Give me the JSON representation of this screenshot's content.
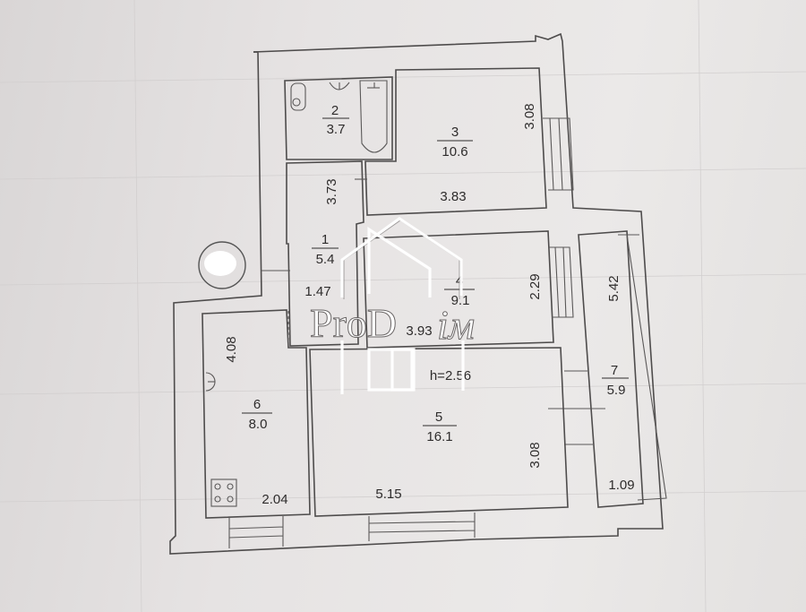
{
  "plan": {
    "ceiling_height_label": "h=2.56",
    "rooms": [
      {
        "id": "1",
        "number": "1",
        "area": "5.4",
        "dims": [
          "3.73",
          "1.47"
        ]
      },
      {
        "id": "2",
        "number": "2",
        "area": "3.7",
        "dims": []
      },
      {
        "id": "3",
        "number": "3",
        "area": "10.6",
        "dims": [
          "3.08",
          "3.83"
        ]
      },
      {
        "id": "4",
        "number": "4",
        "area": "9.1",
        "dims": [
          "2.29",
          "3.93"
        ]
      },
      {
        "id": "5",
        "number": "5",
        "area": "16.1",
        "dims": [
          "3.08",
          "5.15"
        ]
      },
      {
        "id": "6",
        "number": "6",
        "area": "8.0",
        "dims": [
          "4.08",
          "2.04"
        ]
      },
      {
        "id": "7",
        "number": "7",
        "area": "5.9",
        "dims": [
          "5.42",
          "1.09"
        ]
      }
    ],
    "fixtures": [
      "toilet-icon",
      "sink-icon",
      "bathtub-icon",
      "stove-icon",
      "kitchen-sink-icon",
      "ventilation-shaft-icon"
    ]
  },
  "watermark": {
    "text_plain": "ProD",
    "text_italic": "iм",
    "full": "ProДім"
  },
  "colors": {
    "paper": "#e8e6e5",
    "lines": "#4e4c4c",
    "text": "#2e2c2c"
  }
}
